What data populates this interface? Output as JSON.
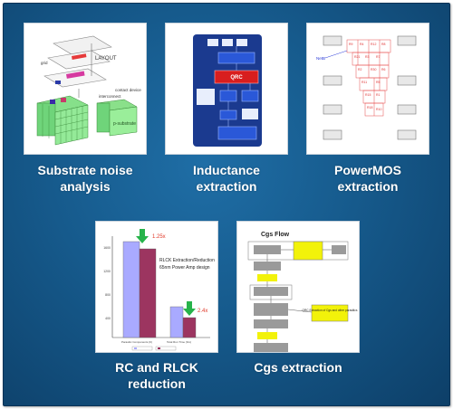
{
  "tiles": [
    {
      "caption_line1": "Substrate noise",
      "caption_line2": "analysis",
      "thumb": {
        "layout_label": "LAYOUT"
      }
    },
    {
      "caption_line1": "Inductance",
      "caption_line2": "extraction",
      "thumb": {
        "center_label": "QRC"
      }
    },
    {
      "caption_line1": "PowerMOS",
      "caption_line2": "extraction",
      "thumb": {}
    },
    {
      "caption_line1": "RC and RLCK",
      "caption_line2": "reduction",
      "thumb": {
        "annotation": "RLCK Extraction/Reduction",
        "annotation_sub": "65nm Power Amp design",
        "label_ratio_1": "1.25x",
        "label_ratio_2": "2.4x"
      }
    },
    {
      "caption_line1": "Cgs extraction",
      "caption_line2": "",
      "thumb": {
        "title": "Cgs Flow",
        "note": "QRC Extraction of Cgs and other parasitics"
      }
    }
  ],
  "colors": {
    "panel": "#165a8c",
    "bar_blue": "#a9aaff",
    "bar_maroon": "#9c3560",
    "arrow_green": "#27b34a",
    "label_red": "#e03a2a",
    "flow_box": "#9a9a9a",
    "flow_highlight": "#f2f20a",
    "diagram_navy": "#1b3a8f",
    "diagram_red": "#d81e1e"
  },
  "icons": [
    "substrate-layout-thumbnail",
    "inductance-flow-thumbnail",
    "powermos-layout-thumbnail",
    "rc-reduction-chart-thumbnail",
    "cgs-flow-thumbnail"
  ]
}
